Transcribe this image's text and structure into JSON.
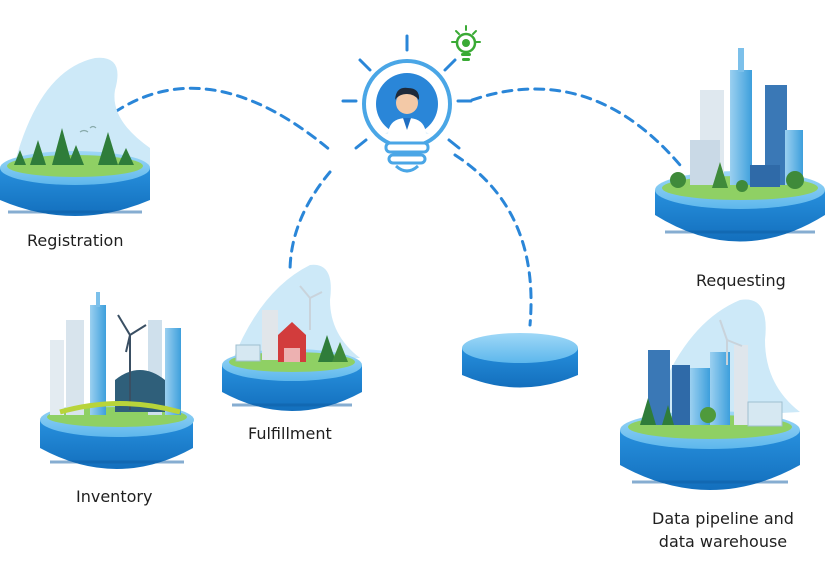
{
  "nodes": [
    {
      "id": "registration",
      "label": "Registration",
      "scene": "forest"
    },
    {
      "id": "inventory",
      "label": "Inventory",
      "scene": "smart-city-wind"
    },
    {
      "id": "fulfillment",
      "label": "Fulfillment",
      "scene": "farm"
    },
    {
      "id": "requesting",
      "label": "Requesting",
      "scene": "city"
    },
    {
      "id": "data-pipeline",
      "label_line1": "Data pipeline and",
      "label_line2": "data warehouse",
      "scene": "city-wind"
    },
    {
      "id": "empty",
      "label": "",
      "scene": "none"
    }
  ],
  "hub": {
    "icon": "lightbulb-person-icon",
    "badge": "green-lightbulb-icon"
  },
  "colors": {
    "platform": "#1f86d6",
    "platform_top": "#7cc7f2",
    "connector": "#2a86d8",
    "badge": "#3aaa35",
    "sky": "#cde9f8"
  }
}
